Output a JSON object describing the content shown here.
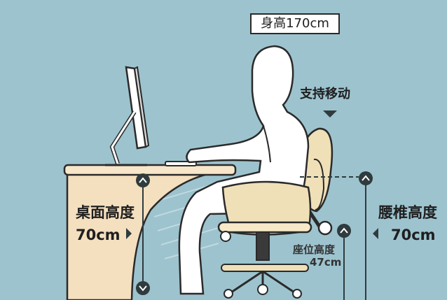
{
  "person_height_label": "身高170cm",
  "move_support_label": "支持移动",
  "desk": {
    "title": "桌面高度",
    "value": "70cm"
  },
  "lumbar": {
    "title": "腰椎高度",
    "value": "70cm"
  },
  "seat": {
    "title": "座位高度",
    "value": "47cm"
  },
  "colors": {
    "background": "#9dc3ce",
    "desk": "#f4dfbf",
    "person": "#ffffff",
    "chair": "#f0e0b8",
    "outline": "#2a2a2a",
    "marker": "#2f3b3d"
  }
}
